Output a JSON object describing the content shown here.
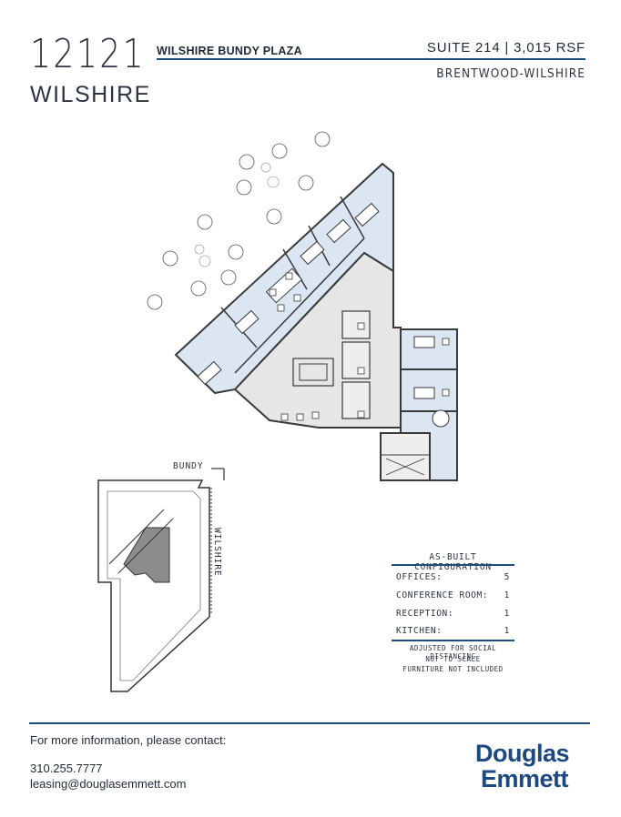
{
  "header": {
    "building_number": "12121",
    "building_name": "WILSHIRE",
    "plaza": "WILSHIRE BUNDY PLAZA",
    "suite": "SUITE 214 | 3,015 RSF",
    "submarket": "BRENTWOOD-WILSHIRE"
  },
  "key_plan": {
    "street_top": "BUNDY",
    "street_side": "WILSHIRE"
  },
  "configuration": {
    "title": "AS-BUILT CONFIGURATION",
    "rows": [
      {
        "label": "OFFICES:",
        "value": "5"
      },
      {
        "label": "CONFERENCE ROOM:",
        "value": "1"
      },
      {
        "label": "RECEPTION:",
        "value": "1"
      },
      {
        "label": "KITCHEN:",
        "value": "1"
      }
    ],
    "notes": [
      "ADJUSTED FOR SOCIAL DISTANCING",
      "NOT TO SCALE",
      "FURNITURE NOT INCLUDED"
    ]
  },
  "footer": {
    "contact_heading": "For more information, please contact:",
    "phone": "310.255.7777",
    "email": "leasing@douglasemmett.com",
    "brand_line1": "Douglas",
    "brand_line2": "Emmett"
  },
  "colors": {
    "accent": "#1f4e79",
    "office_fill": "#dbe6f2",
    "common_fill": "#e6e6e6",
    "brand": "#1c4a80"
  }
}
